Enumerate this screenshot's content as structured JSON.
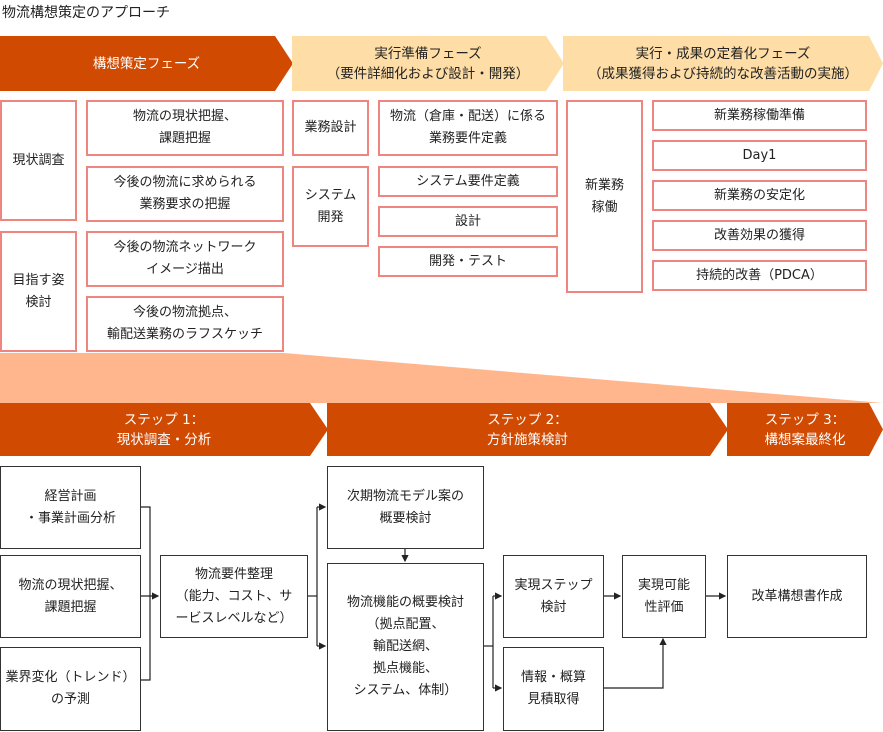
{
  "title": "物流構想策定のアプローチ",
  "colors": {
    "dark": "#D04A02",
    "light": "#FEDDA6",
    "peach": "#FFB68C",
    "box_border": "#EE857E"
  },
  "phases": [
    {
      "label": "構想策定フェーズ"
    },
    {
      "label": "実行準備フェーズ\n（要件詳細化および設計・開発）"
    },
    {
      "label": "実行・成果の定着化フェーズ\n（成果獲得および持続的な改善活動の実施）"
    }
  ],
  "phase1": {
    "groups": [
      "現状調査",
      "目指す姿\n検討"
    ],
    "items": [
      "物流の現状把握、\n課題把握",
      "今後の物流に求められる\n業務要求の把握",
      "今後の物流ネットワーク\nイメージ描出",
      "今後の物流拠点、\n輸配送業務のラフスケッチ"
    ]
  },
  "phase2": {
    "groups": [
      "業務設計",
      "システム\n開発"
    ],
    "items": [
      "物流（倉庫・配送）に係る\n業務要件定義",
      "システム要件定義",
      "設計",
      "開発・テスト"
    ]
  },
  "phase3": {
    "group": "新業務\n稼働",
    "items": [
      "新業務稼働準備",
      "Day1",
      "新業務の安定化",
      "改善効果の獲得",
      "持続的改善（PDCA）"
    ]
  },
  "steps": [
    {
      "label": "ステップ 1：\n現状調査・分析"
    },
    {
      "label": "ステップ 2：\n方針施策検討"
    },
    {
      "label": "ステップ 3：\n構想案最終化"
    }
  ],
  "flow": {
    "inputs": [
      "経営計画\n・事業計画分析",
      "物流の現状把握、\n課題把握",
      "業界変化（トレンド）\nの予測"
    ],
    "requirements": "物流要件整理\n（能力、コスト、サ\nービスレベルなど）",
    "next_model": "次期物流モデル案の\n概要検討",
    "function": "物流機能の概要検討\n（拠点配置、\n輸配送網、\n拠点機能、\nシステム、体制）",
    "step_review": "実現ステップ\n検討",
    "estimate": "情報・概算\n見積取得",
    "feasibility": "実現可能\n性評価",
    "final": "改革構想書作成"
  }
}
